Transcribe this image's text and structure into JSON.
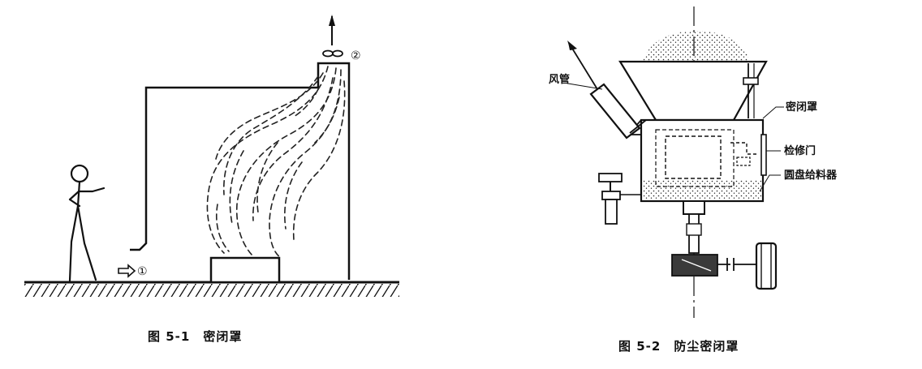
{
  "figure_left": {
    "caption": "图 5-1　密闭罩",
    "marker_inlet": "①",
    "marker_outlet": "②"
  },
  "figure_right": {
    "caption": "图 5-2　防尘密闭罩",
    "labels": {
      "duct": "风管",
      "enclosure": "密闭罩",
      "access_door": "检修门",
      "disc_feeder": "圆盘给料器"
    }
  }
}
